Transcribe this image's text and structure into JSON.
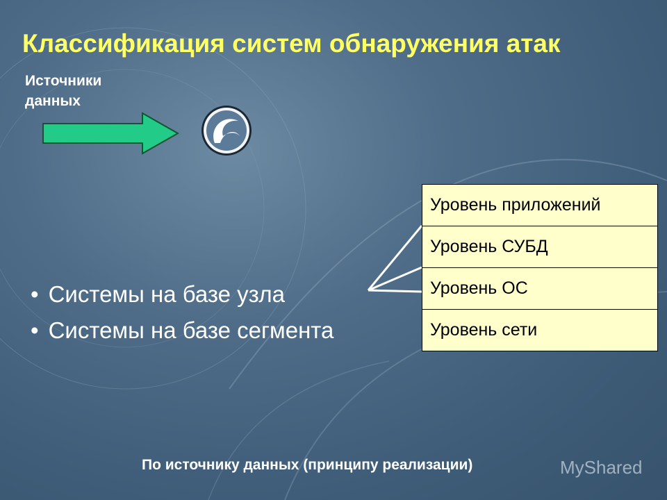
{
  "title": "Классификация систем обнаружения атак",
  "sources_label": "Источники данных",
  "bullets": [
    "Системы на базе узла",
    "Системы на базе сегмента"
  ],
  "levels": [
    "Уровень приложений",
    "Уровень СУБД",
    "Уровень ОС",
    "Уровень сети"
  ],
  "footer": "По источнику данных (принципу реализации)",
  "watermark": "MyShared",
  "colors": {
    "title": "#ffff66",
    "arrow": "#22cc88",
    "level_box": "#ffffcc",
    "background": "#4f6d88"
  },
  "icons": {
    "arrow": "right-arrow-icon",
    "logo": "crescent-logo-icon"
  }
}
